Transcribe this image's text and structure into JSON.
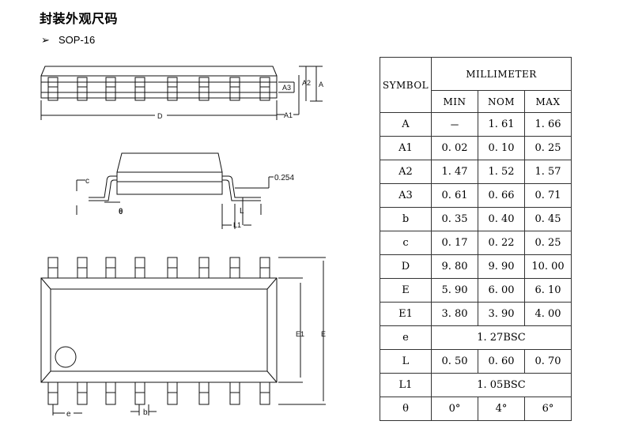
{
  "title": "封装外观尺码",
  "package": {
    "bullet": "➢",
    "name": "SOP-16"
  },
  "drawing_labels": {
    "a3": "A3",
    "a2": "A2",
    "a": "A",
    "d": "D",
    "a1": "A1",
    "c": "c",
    "theta": "θ",
    "gauge": "0.254",
    "l": "L",
    "l1": "L1",
    "e1": "E1",
    "e": "E",
    "pitch_e": "e",
    "lead_b": "b"
  },
  "table": {
    "symbol_header": "SYMBOL",
    "unit_header": "MILLIMETER",
    "col_headers": [
      "MIN",
      "NOM",
      "MAX"
    ],
    "rows": [
      {
        "symbol": "A",
        "min": "－",
        "nom": "1. 61",
        "max": "1. 66"
      },
      {
        "symbol": "A1",
        "min": "0. 02",
        "nom": "0. 10",
        "max": "0. 25"
      },
      {
        "symbol": "A2",
        "min": "1. 47",
        "nom": "1. 52",
        "max": "1. 57"
      },
      {
        "symbol": "A3",
        "min": "0. 61",
        "nom": "0. 66",
        "max": "0. 71"
      },
      {
        "symbol": "b",
        "min": "0. 35",
        "nom": "0. 40",
        "max": "0. 45"
      },
      {
        "symbol": "c",
        "min": "0. 17",
        "nom": "0. 22",
        "max": "0. 25"
      },
      {
        "symbol": "D",
        "min": "9. 80",
        "nom": "9. 90",
        "max": "10. 00"
      },
      {
        "symbol": "E",
        "min": "5. 90",
        "nom": "6. 00",
        "max": "6. 10"
      },
      {
        "symbol": "E1",
        "min": "3. 80",
        "nom": "3. 90",
        "max": "4. 00"
      },
      {
        "symbol": "e",
        "span": "1. 27BSC"
      },
      {
        "symbol": "L",
        "min": "0. 50",
        "nom": "0. 60",
        "max": "0. 70"
      },
      {
        "symbol": "L1",
        "span": "1. 05BSC"
      },
      {
        "symbol": "θ",
        "min": "0°",
        "nom": "4°",
        "max": "6°"
      }
    ]
  }
}
